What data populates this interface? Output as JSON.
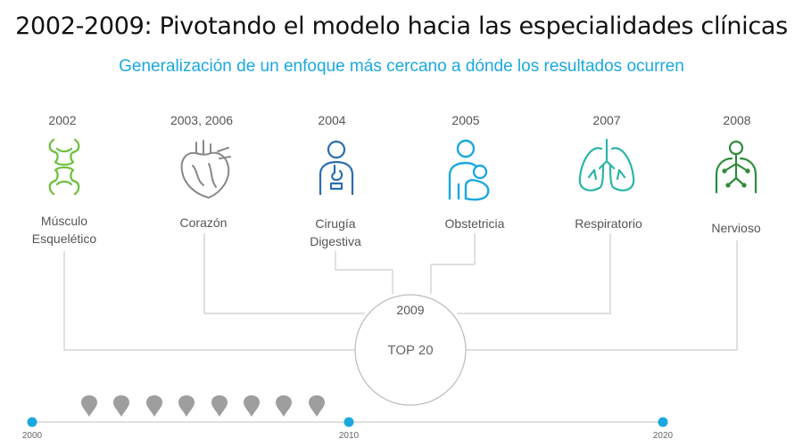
{
  "title": "2002-2009: Pivotando el modelo hacia las especialidades clínicas",
  "subtitle": "Generalización de un enfoque más cercano a dónde los resultados ocurren",
  "specialties": [
    {
      "year": "2002",
      "label_1": "Músculo",
      "label_2": "Esquelético",
      "icon": "joint-icon",
      "color": "#6abf3a"
    },
    {
      "year": "2003, 2006",
      "label_1": "Corazón",
      "label_2": "",
      "icon": "heart-icon",
      "color": "#888888"
    },
    {
      "year": "2004",
      "label_1": "Cirugía",
      "label_2": "Digestiva",
      "icon": "digestive-system-icon",
      "color": "#2a6db0"
    },
    {
      "year": "2005",
      "label_1": "Obstetricia",
      "label_2": "",
      "icon": "mother-baby-icon",
      "color": "#1ba8e0"
    },
    {
      "year": "2007",
      "label_1": "Respiratorio",
      "label_2": "",
      "icon": "lungs-icon",
      "color": "#2bb5a8"
    },
    {
      "year": "2008",
      "label_1": "Nervioso",
      "label_2": "",
      "icon": "neural-network-icon",
      "color": "#2e8b3a"
    }
  ],
  "center": {
    "year": "2009",
    "label": "TOP 20"
  },
  "timeline": {
    "ticks": [
      "2000",
      "2010",
      "2020"
    ],
    "pin_count": 8,
    "accent": "#1ba8e0",
    "pin_color": "#9e9e9e"
  }
}
